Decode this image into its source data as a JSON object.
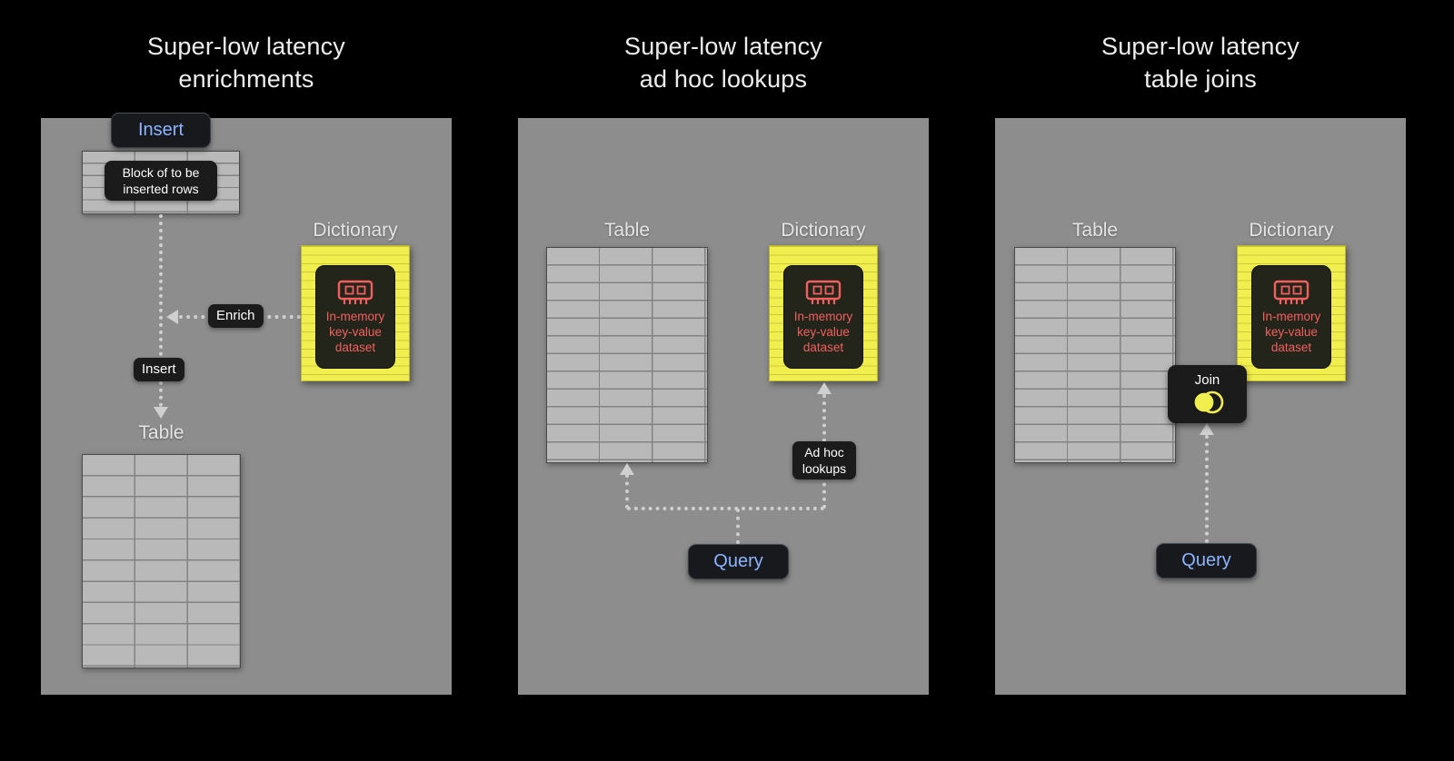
{
  "titles": {
    "panel1": {
      "line1": "Super-low latency",
      "line2": "enrichments"
    },
    "panel2": {
      "line1": "Super-low latency",
      "line2": "ad hoc lookups"
    },
    "panel3": {
      "line1": "Super-low latency",
      "line2": "table joins"
    }
  },
  "panel1": {
    "insert_button": "Insert",
    "block_label": "Block of to be inserted rows",
    "enrich_label": "Enrich",
    "insert_flow_label": "Insert",
    "table_label": "Table",
    "dictionary_label": "Dictionary",
    "dictionary_text": "In-memory key-value dataset"
  },
  "panel2": {
    "table_label": "Table",
    "dictionary_label": "Dictionary",
    "dictionary_text": "In-memory key-value dataset",
    "adhoc_label": "Ad hoc lookups",
    "query_button": "Query"
  },
  "panel3": {
    "table_label": "Table",
    "dictionary_label": "Dictionary",
    "dictionary_text": "In-memory key-value dataset",
    "join_label": "Join",
    "query_button": "Query"
  },
  "colors": {
    "background": "#000000",
    "panel": "#8d8d8d",
    "accent_blue": "#8cb4ff",
    "dictionary_yellow": "#f1ee4f",
    "memory_red": "#f25f5f",
    "arrow_gray": "#cfcfcf",
    "grid_fill": "#b9b9b9",
    "title_gray": "#ededed"
  }
}
